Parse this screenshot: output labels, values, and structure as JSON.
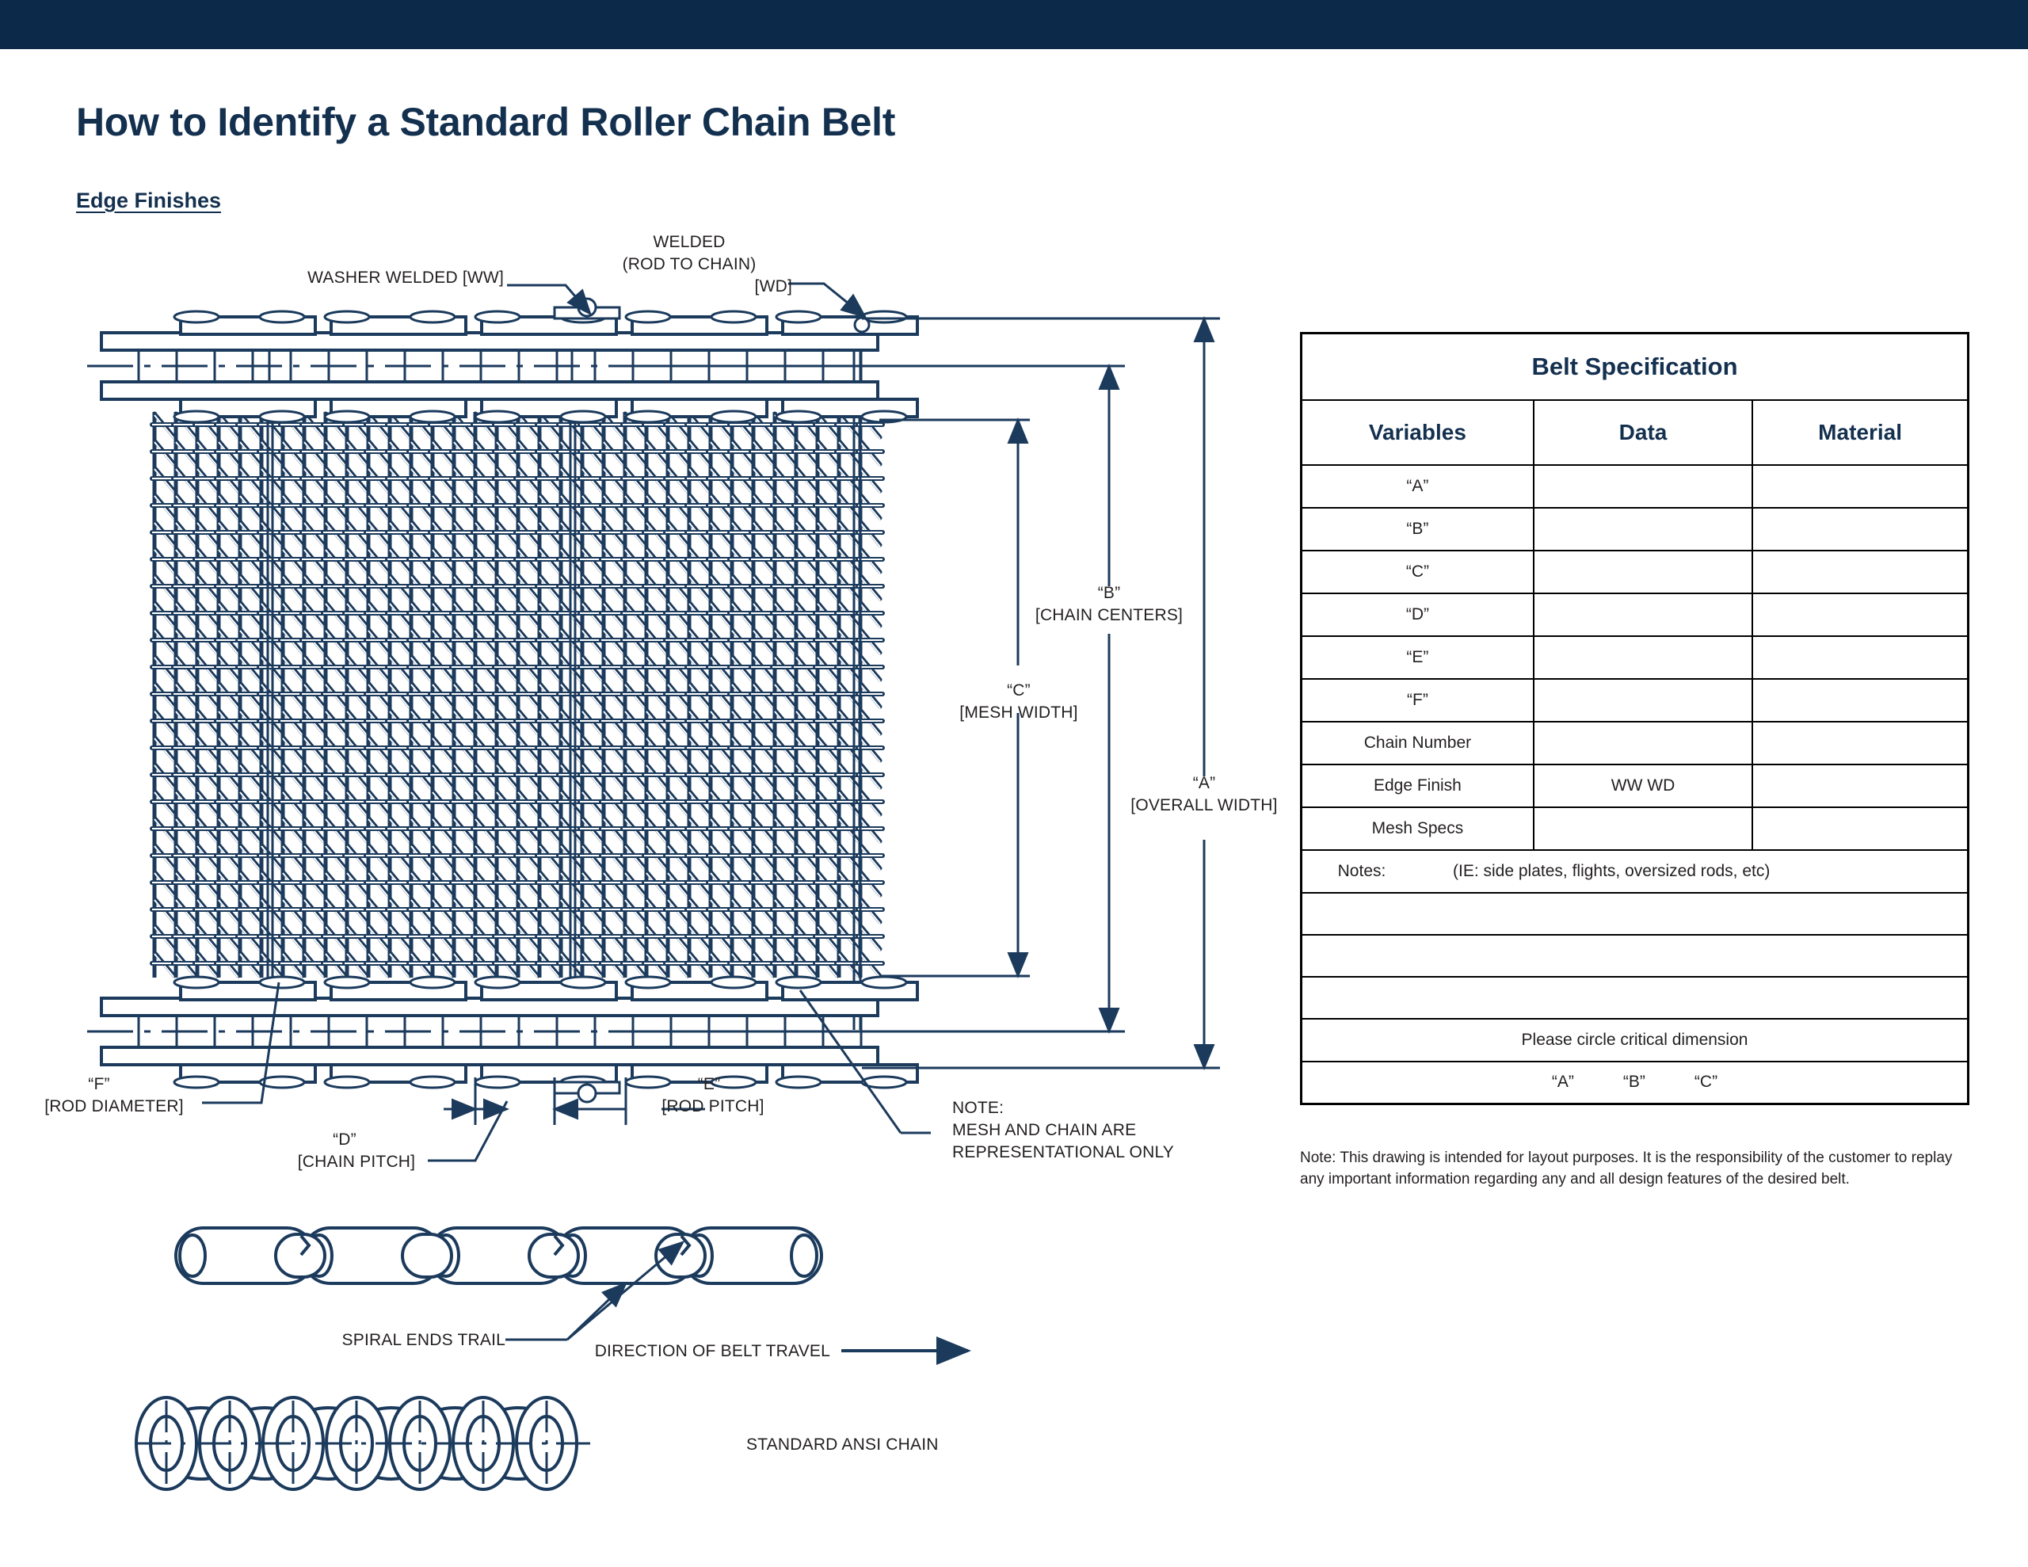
{
  "header": {
    "bar_color": "#0C2949",
    "title": "How to Identify a Standard Roller Chain Belt",
    "section_heading": "Edge Finishes"
  },
  "theme": {
    "navy": "#14304F",
    "line": "#1B3A5C",
    "text": "#231f20",
    "white": "#ffffff"
  },
  "drawing": {
    "callouts": {
      "washer_welded": "WASHER WELDED [WW]",
      "welded_line1": "WELDED",
      "welded_line2": "(ROD TO CHAIN)",
      "welded_line3": "[WD]",
      "dim_b_line1": "“B”",
      "dim_b_line2": "[CHAIN CENTERS]",
      "dim_c_line1": "“C”",
      "dim_c_line2": "[MESH WIDTH]",
      "dim_a_line1": "“A”",
      "dim_a_line2": "[OVERALL WIDTH]",
      "dim_f_line1": "“F”",
      "dim_f_line2": "[ROD DIAMETER]",
      "dim_d_line1": "“D”",
      "dim_d_line2": "[CHAIN PITCH]",
      "dim_e_line1": "“E”",
      "dim_e_line2": "[ROD PITCH]",
      "note_line1": "NOTE:",
      "note_line2": "MESH AND CHAIN ARE",
      "note_line3": "REPRESENTATIONAL ONLY",
      "spiral_ends": "SPIRAL ENDS TRAIL",
      "direction_of_travel": "DIRECTION OF BELT TRAVEL",
      "standard_ansi_chain": "STANDARD ANSI CHAIN"
    }
  },
  "spec_table": {
    "title": "Belt Specification",
    "columns": [
      "Variables",
      "Data",
      "Material"
    ],
    "rows": [
      {
        "variable": "“A”",
        "data": "",
        "material": ""
      },
      {
        "variable": "“B”",
        "data": "",
        "material": ""
      },
      {
        "variable": "“C”",
        "data": "",
        "material": ""
      },
      {
        "variable": "“D”",
        "data": "",
        "material": ""
      },
      {
        "variable": "“E”",
        "data": "",
        "material": ""
      },
      {
        "variable": "“F”",
        "data": "",
        "material": ""
      },
      {
        "variable": "Chain Number",
        "data": "",
        "material": ""
      },
      {
        "variable": "Edge Finish",
        "data": "WW    WD",
        "material": ""
      },
      {
        "variable": "Mesh Specs",
        "data": "",
        "material": ""
      }
    ],
    "notes_label": "Notes:",
    "notes_example": "(IE: side plates, flights, oversized rods, etc)",
    "blank_rows": 3,
    "circle_instruction": "Please circle critical dimension",
    "critical_dims": [
      "“A”",
      "“B”",
      "“C”"
    ],
    "footnote": "Note: This drawing is intended for layout purposes. It is the responsibility of the customer to replay any important information regarding any and all design features of the desired belt."
  }
}
